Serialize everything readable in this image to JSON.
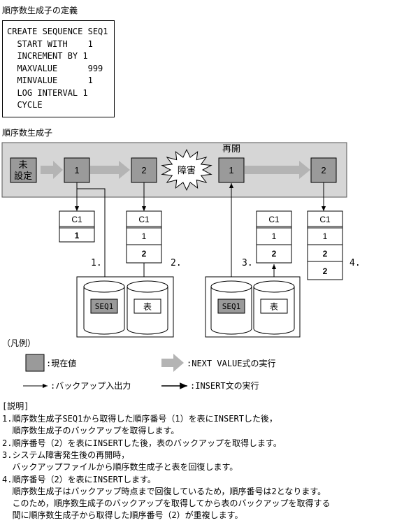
{
  "definition_title": "順序数生成子の定義",
  "definition_code": [
    "CREATE SEQUENCE SEQ1",
    "  START WITH    1",
    "  INCREMENT BY 1",
    "  MAXVALUE      999",
    "  MINVALUE      1",
    "  LOG INTERVAL 1",
    "  CYCLE"
  ],
  "diagram_title": "順序数生成子",
  "nodes": {
    "undefined_line1": "未",
    "undefined_line2": "設定",
    "v1": "1",
    "v2": "2",
    "failure": "障害",
    "restart_label": "再開",
    "v1_after": "1",
    "v2_after": "2"
  },
  "tables": {
    "t1": {
      "header": "C1",
      "rows": [
        "1"
      ],
      "bold": [
        true
      ]
    },
    "t2": {
      "header": "C1",
      "rows": [
        "1",
        "2"
      ],
      "bold": [
        false,
        true
      ]
    },
    "t3": {
      "header": "C1",
      "rows": [
        "1",
        "2"
      ],
      "bold": [
        false,
        true
      ]
    },
    "t4": {
      "header": "C1",
      "rows": [
        "1",
        "2",
        "2"
      ],
      "bold": [
        false,
        true,
        true
      ]
    }
  },
  "step_labels": [
    "1.",
    "2.",
    "3.",
    "4."
  ],
  "cylinders": {
    "seq": "SEQ1",
    "table": "表"
  },
  "legend": {
    "title": "（凡例）",
    "current_value": ":現在値",
    "next_value": ":NEXT VALUE式の実行",
    "backup_io": ":バックアップ入出力",
    "insert_exec": ":INSERT文の実行"
  },
  "explanation": {
    "title": "[説明]",
    "lines": [
      "1.順序数生成子SEQ1から取得した順序番号（1）を表にINSERTした後，",
      "  順序数生成子のバックアップを取得します。",
      "2.順序番号（2）を表にINSERTした後，表のバックアップを取得します。",
      "3.システム障害発生後の再開時，",
      "  バックアップファイルから順序数生成子と表を回復します。",
      "4.順序番号（2）を表にINSERTします。",
      "  順序数生成子はバックアップ時点まで回復しているため，順序番号は2となります。",
      "  このため，順序数生成子のバックアップを取得してから表のバックアップを取得する",
      "  間に順序数生成子から取得した順序番号（2）が重複します。"
    ]
  },
  "colors": {
    "band": "#d6d6d6",
    "node": "#9a9a9a",
    "arrow": "#b4b4b4",
    "line": "#000000"
  }
}
